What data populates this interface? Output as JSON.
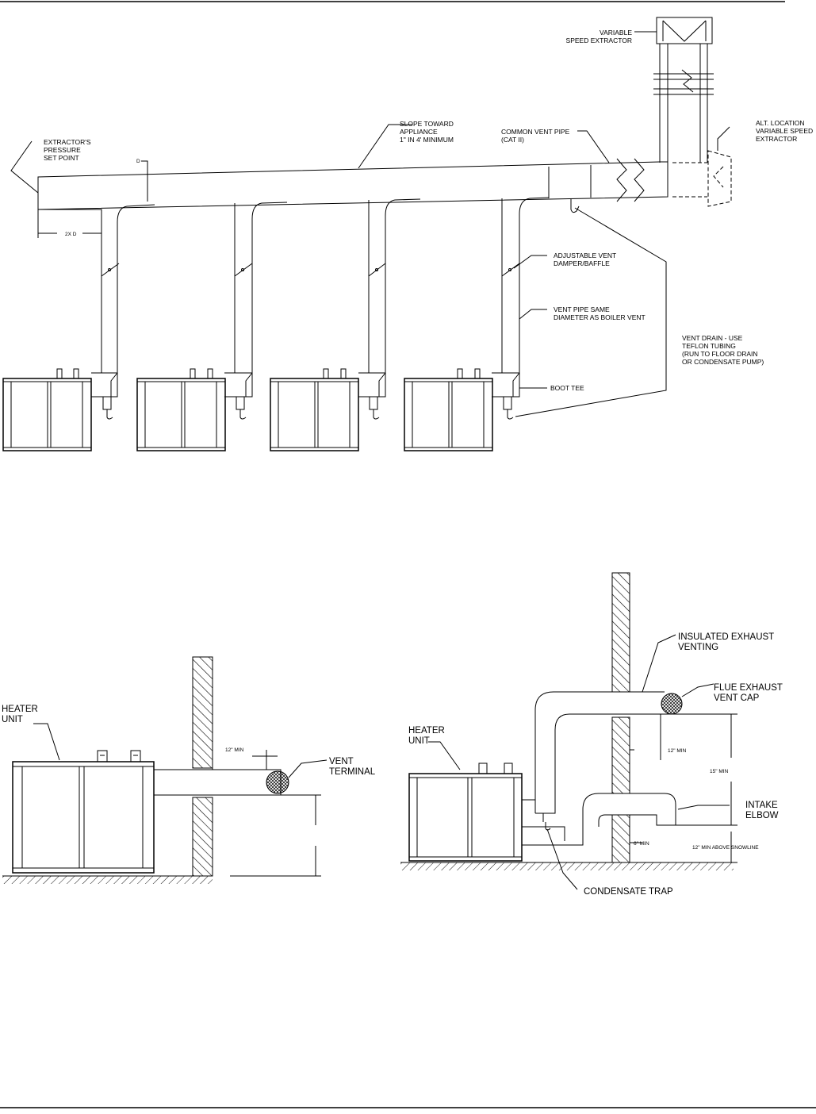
{
  "top_diagram": {
    "labels": {
      "variable_extractor": [
        "VARIABLE",
        "SPEED EXTRACTOR"
      ],
      "alt_location": [
        "ALT. LOCATION",
        "VARIABLE SPEED",
        "EXTRACTOR"
      ],
      "slope": [
        "SLOPE TOWARD",
        "APPLIANCE",
        "1\" IN 4' MINIMUM"
      ],
      "common_vent": [
        "COMMON VENT PIPE",
        "(CAT II)"
      ],
      "pressure_set_point": [
        "EXTRACTOR'S",
        "PRESSURE",
        "SET POINT"
      ],
      "diameter_mark": "D",
      "two_x_d": "2X D",
      "damper": [
        "ADJUSTABLE VENT",
        "DAMPER/BAFFLE"
      ],
      "vent_pipe_same": [
        "VENT PIPE SAME",
        "DIAMETER AS BOILER VENT"
      ],
      "vent_drain": [
        "VENT DRAIN - USE",
        "TEFLON TUBING",
        "(RUN TO FLOOR DRAIN",
        "OR CONDENSATE PUMP)"
      ],
      "boot_tee": "BOOT TEE"
    }
  },
  "bottom_left_diagram": {
    "labels": {
      "heater_unit": [
        "HEATER",
        "UNIT"
      ],
      "twelve_min": "12\" MIN",
      "vent_terminal": [
        "VENT",
        "TERMINAL"
      ]
    }
  },
  "bottom_right_diagram": {
    "labels": {
      "heater_unit": [
        "HEATER",
        "UNIT"
      ],
      "insulated_exhaust": [
        "INSULATED EXHAUST",
        "VENTING"
      ],
      "flue_exhaust": [
        "FLUE EXHAUST",
        "VENT CAP"
      ],
      "twelve_min": "12\" MIN",
      "fifteen_min": "15\" MIN",
      "intake_elbow": [
        "INTAKE",
        "ELBOW"
      ],
      "six_min": "6\" MIN",
      "above_snowline": "12\" MIN ABOVE SNOWLINE",
      "condensate_trap": "CONDENSATE TRAP"
    }
  }
}
